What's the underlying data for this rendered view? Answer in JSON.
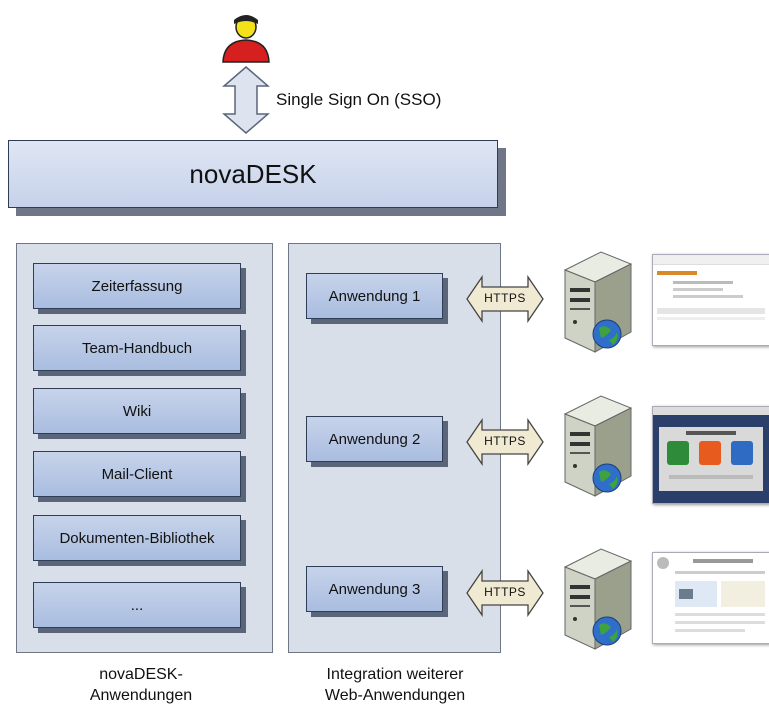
{
  "sso": {
    "label": "Single Sign On (SSO)"
  },
  "portal": {
    "title": "novaDESK"
  },
  "left_panel": {
    "items": [
      "Zeiterfassung",
      "Team-Handbuch",
      "Wiki",
      "Mail-Client",
      "Dokumenten-Bibliothek",
      "..."
    ],
    "caption_line1": "novaDESK-",
    "caption_line2": "Anwendungen"
  },
  "middle_panel": {
    "apps": [
      "Anwendung 1",
      "Anwendung 2",
      "Anwendung 3"
    ],
    "caption_line1": "Integration weiterer",
    "caption_line2": "Web-Anwendungen"
  },
  "protocol": "HTTPS",
  "icons": [
    "user-icon",
    "server-icon",
    "globe-icon"
  ],
  "colors": {
    "box": "#b4c5e4",
    "panel": "#d9dfe9",
    "arrow": "#f1ead3",
    "user": "#d61f1f"
  }
}
